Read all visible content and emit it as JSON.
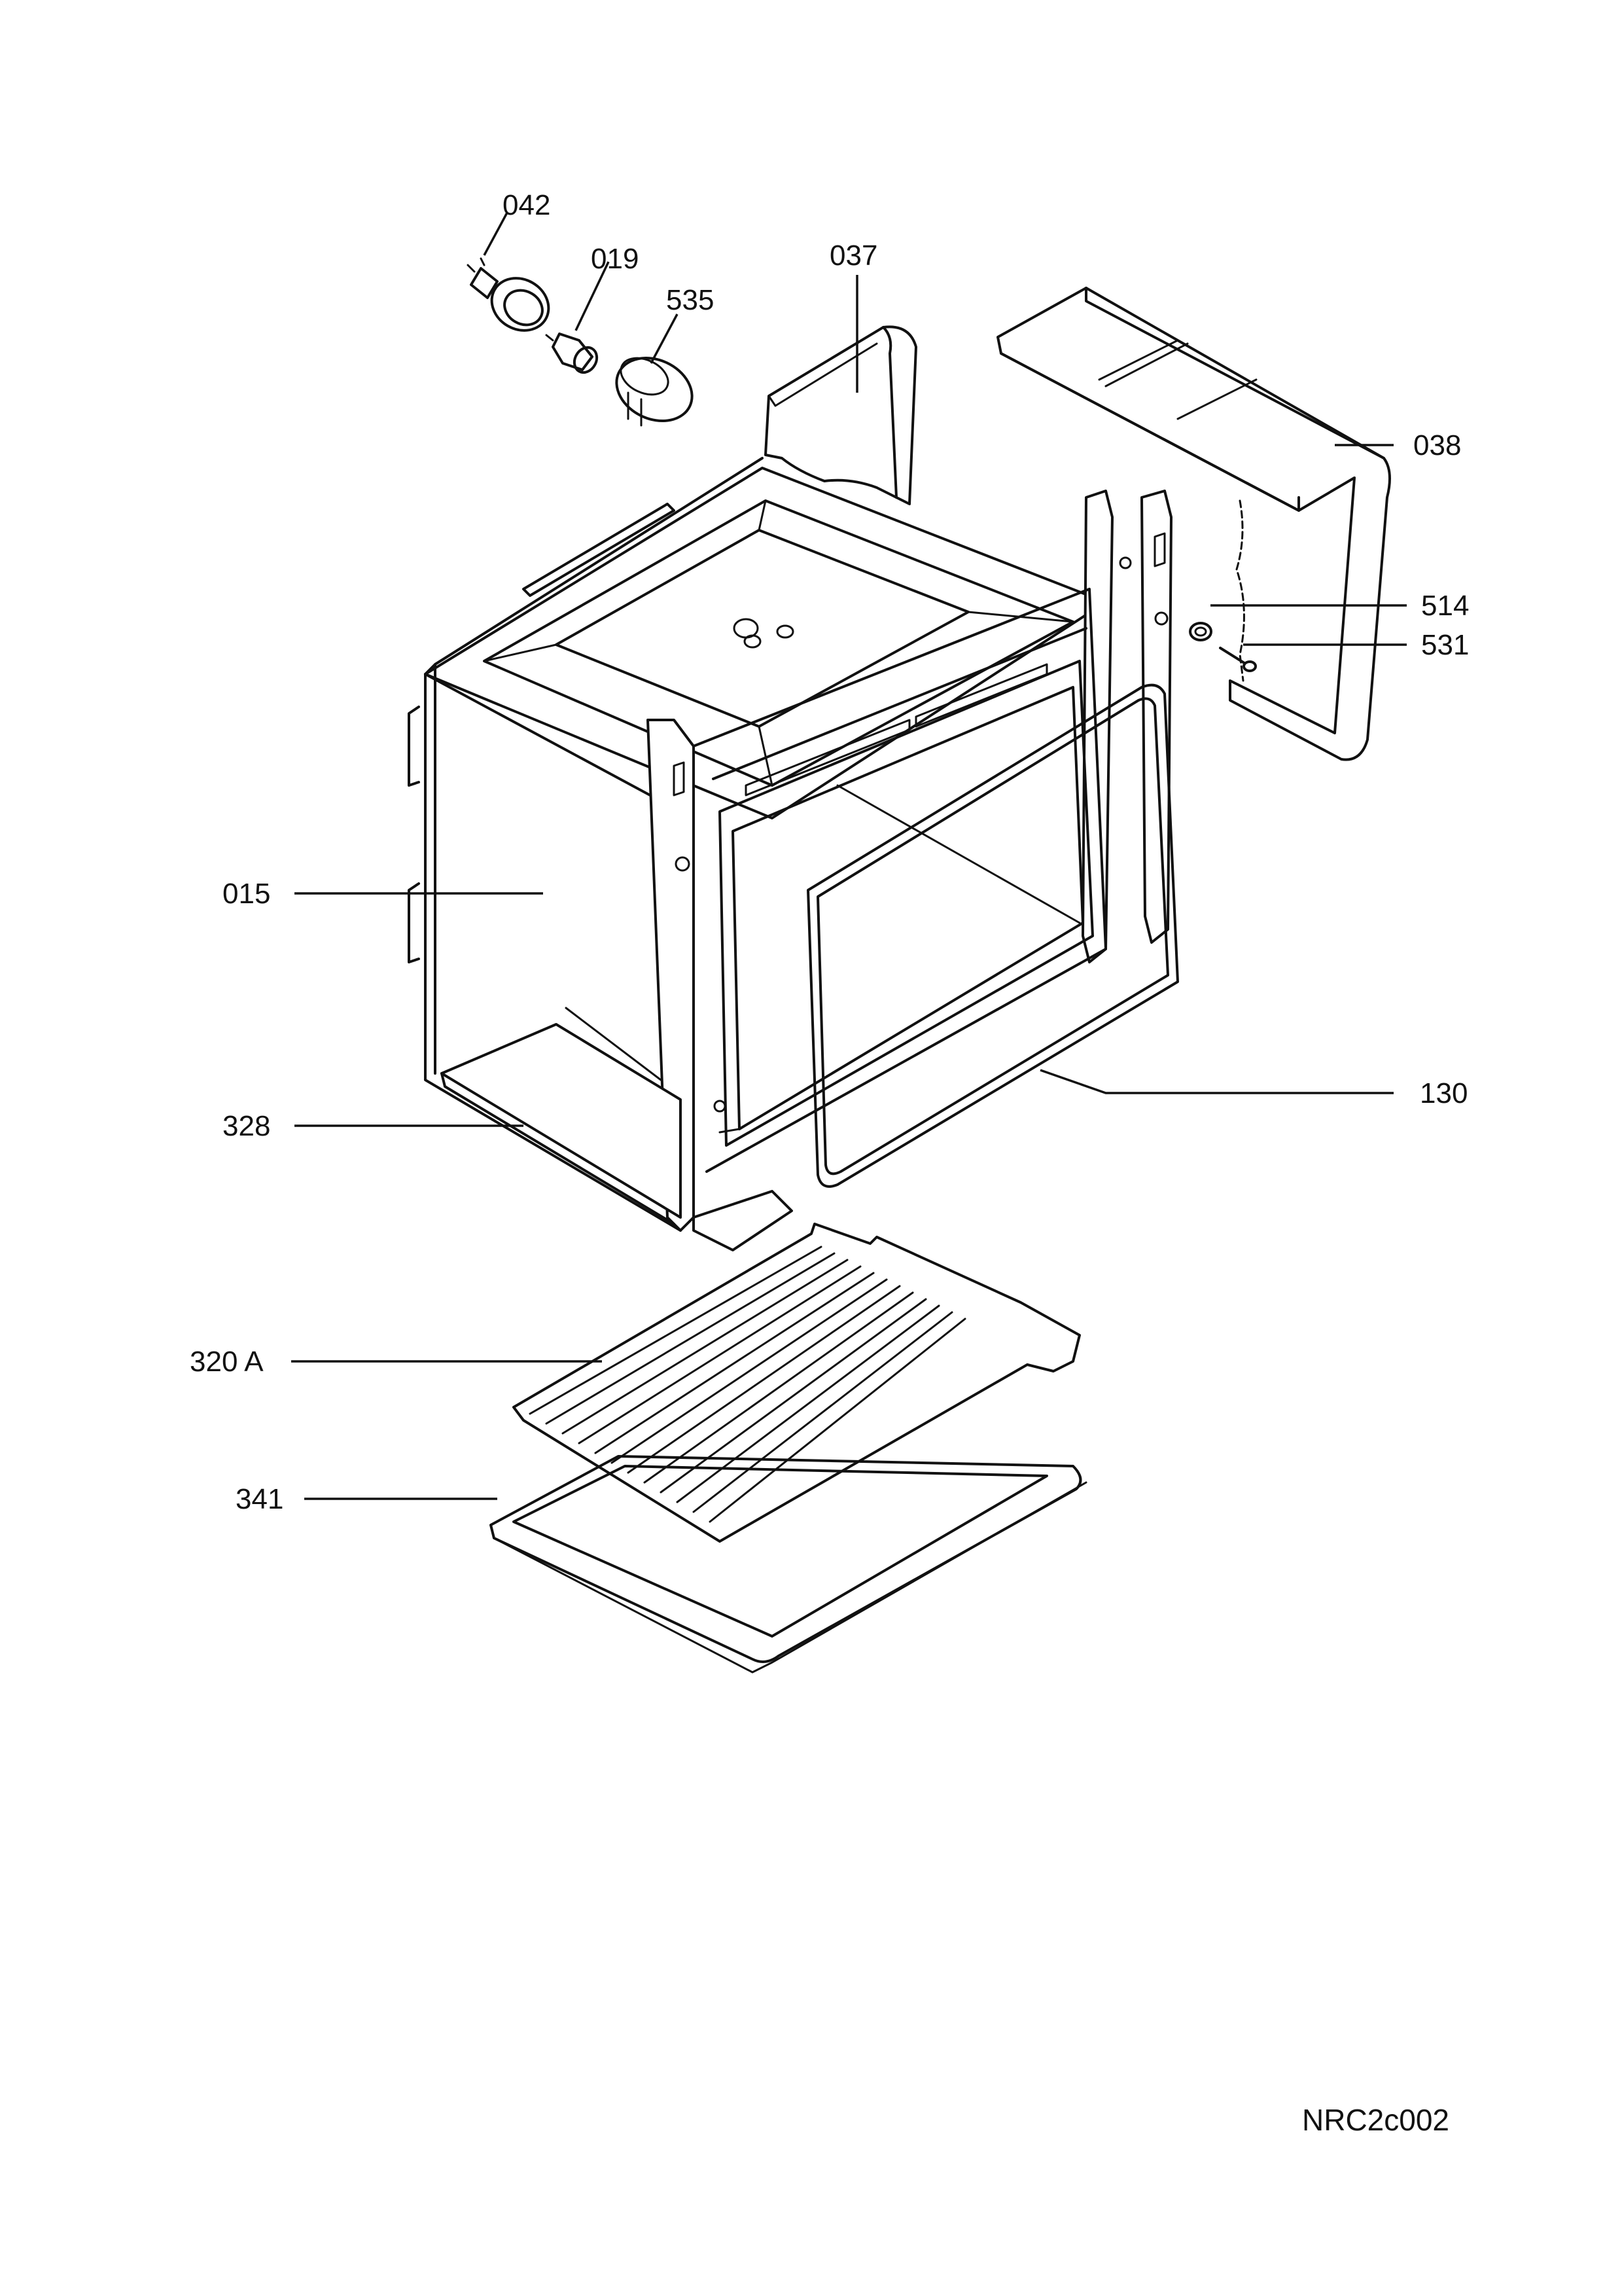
{
  "diagram": {
    "labels": {
      "p042": "042",
      "p019": "019",
      "p535": "535",
      "p037": "037",
      "p038": "038",
      "p514": "514",
      "p531": "531",
      "p015": "015",
      "p130": "130",
      "p328": "328",
      "p320a": "320 A",
      "p341": "341"
    },
    "document_code": "NRC2c002"
  }
}
